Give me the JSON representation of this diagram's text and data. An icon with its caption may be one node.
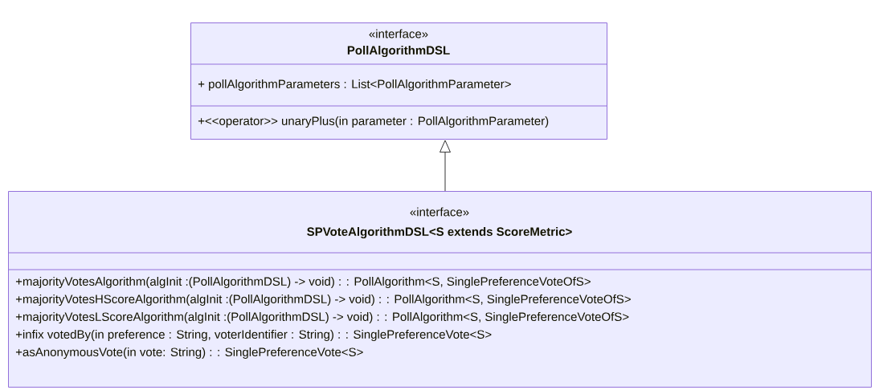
{
  "diagram": {
    "nodes": [
      {
        "text": [
          "«interface»",
          "PollAlgorithmDSL",
          "+ pollAlgorithmParameters : List<PollAlgorithmParameter>",
          "+<<operator>> unaryPlus(in parameter : PollAlgorithmParameter)"
        ]
      },
      {
        "text": [
          "«interface»",
          "SPVoteAlgorithmDSL<S extends ScoreMetric>",
          "+majorityVotesAlgorithm(algInit :(PollAlgorithmDSL) -> void) : : PollAlgorithm<S, SinglePreferenceVoteOfS>",
          "+majorityVotesHScoreAlgorithm(algInit :(PollAlgorithmDSL) -> void) : : PollAlgorithm<S, SinglePreferenceVoteOfS>",
          "+majorityVotesLScoreAlgorithm(algInit :(PollAlgorithmDSL) -> void) : : PollAlgorithm<S, SinglePreferenceVoteOfS>",
          "+infix votedBy(in preference : String, voterIdentifier : String) : : SinglePreferenceVote<S>",
          "+asAnonymousVote(in vote: String) : : SinglePreferenceVote<S>"
        ]
      }
    ],
    "edges": [
      {
        "from": 1,
        "to": 0,
        "arrow": "to"
      }
    ]
  }
}
